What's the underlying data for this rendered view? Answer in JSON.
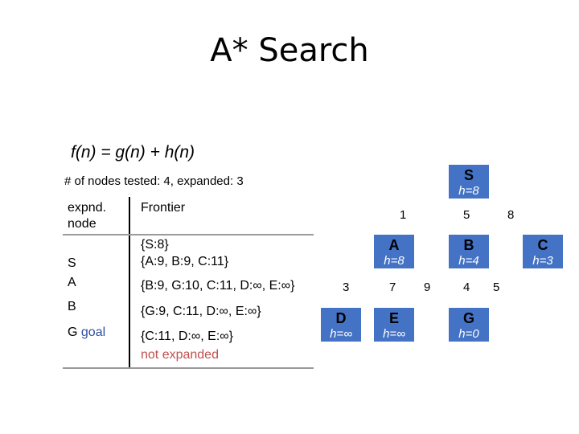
{
  "slide": {
    "title": "A* Search",
    "formula": "f(n) = g(n) + h(n)",
    "stats": "# of nodes tested: 4, expanded: 3"
  },
  "table": {
    "header": {
      "expanded": "expnd. node",
      "frontier": "Frontier"
    },
    "rows": [
      {
        "expanded": "",
        "frontier": "{S:8}"
      },
      {
        "expanded": "S",
        "frontier": "{A:9, B:9, C:11}"
      },
      {
        "expanded": "A",
        "frontier": "{B:9, G:10, C:11, D:∞, E:∞}"
      },
      {
        "expanded": "B",
        "frontier": "{G:9, C:11, D:∞, E:∞}"
      },
      {
        "expanded": "G",
        "expanded_suffix": "goal",
        "frontier": "{C:11, D:∞, E:∞}",
        "note": "not expanded"
      }
    ]
  },
  "graph": {
    "node_color": "#4472c4",
    "nodes": [
      {
        "id": "S",
        "h": "h=8"
      },
      {
        "id": "A",
        "h": "h=8"
      },
      {
        "id": "B",
        "h": "h=4"
      },
      {
        "id": "C",
        "h": "h=3"
      },
      {
        "id": "D",
        "h": "h=∞"
      },
      {
        "id": "E",
        "h": "h=∞"
      },
      {
        "id": "G",
        "h": "h=0"
      }
    ],
    "edges": [
      {
        "from": "S",
        "to": "A",
        "cost": "1"
      },
      {
        "from": "S",
        "to": "B",
        "cost": "5"
      },
      {
        "from": "S",
        "to": "C",
        "cost": "8"
      },
      {
        "from": "A",
        "to": "D",
        "cost": "3"
      },
      {
        "from": "A",
        "to": "E",
        "cost": "7"
      },
      {
        "from": "A",
        "to": "G",
        "cost": "9"
      },
      {
        "from": "B",
        "to": "G",
        "cost": "4"
      },
      {
        "from": "C",
        "to": "G",
        "cost": "5"
      }
    ]
  }
}
